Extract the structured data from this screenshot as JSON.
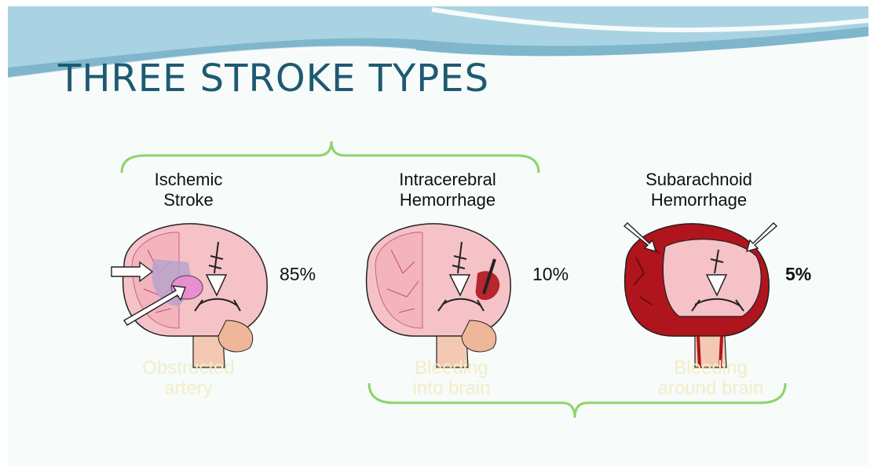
{
  "slide": {
    "title": "THREE STROKE TYPES"
  },
  "stroke_types": [
    {
      "name": "Ischemic\nStroke",
      "percent": "85%",
      "caption": "Obstructed\nartery"
    },
    {
      "name": "Intracerebral\nHemorrhage",
      "percent": "10%",
      "caption": "Bleeding\ninto brain"
    },
    {
      "name": "Subarachnoid\nHemorrhage",
      "percent": "5%",
      "caption": "Bleeding\naround brain"
    }
  ],
  "colors": {
    "title": "#1d5a72",
    "brace": "#8fd36a",
    "brain_fill": "#f5c2c7",
    "blood": "#b0141c",
    "ischemic_area": "#b7a3cc"
  }
}
